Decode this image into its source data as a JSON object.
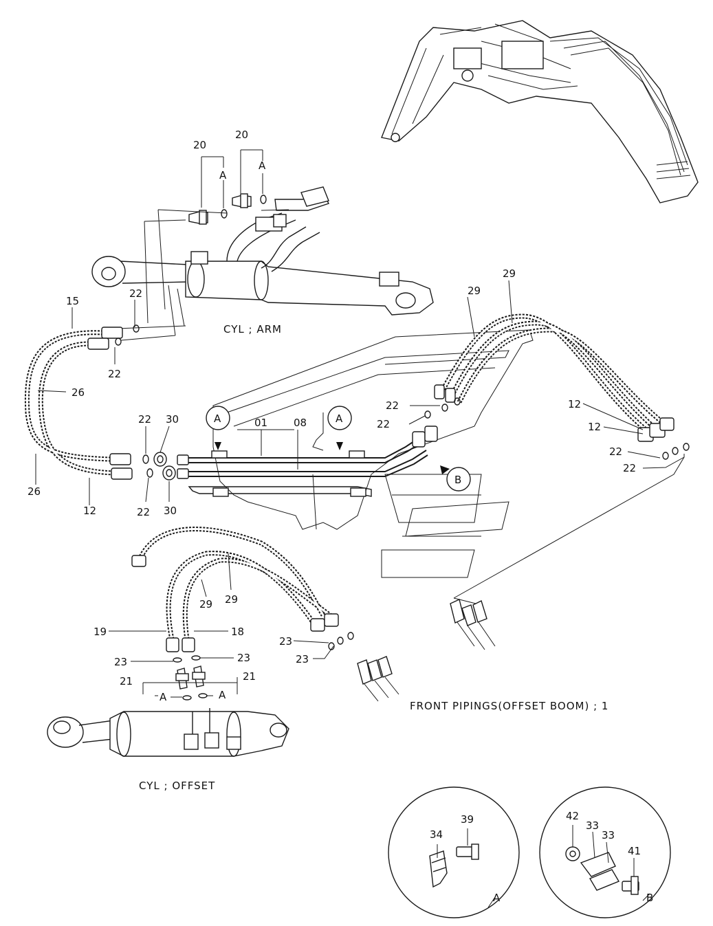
{
  "captions": {
    "cyl_arm": "CYL ; ARM",
    "cyl_offset": "CYL ; OFFSET",
    "main_title": "FRONT PIPINGS(OFFSET BOOM) ; 1",
    "detail_a": "A",
    "detail_b": "B"
  },
  "callouts": {
    "c20a": "20",
    "c20b": "20",
    "cA1": "A",
    "cA2": "A",
    "c15": "15",
    "c22_1": "22",
    "c22_2": "22",
    "c26_1": "26",
    "c26_2": "26",
    "c12_1": "12",
    "c22_3": "22",
    "c30_1": "30",
    "c22_4": "22",
    "c30_2": "30",
    "c01": "01",
    "c08": "08",
    "cA3": "A",
    "cA4": "A",
    "c29_1": "29",
    "c29_2": "29",
    "c22_5": "22",
    "c22_6": "22",
    "c12_2": "12",
    "c12_3": "12",
    "c22_7": "22",
    "c22_8": "22",
    "cB": "B",
    "c29_3": "29",
    "c29_4": "29",
    "c19": "19",
    "c18": "18",
    "c23_1": "23",
    "c23_2": "23",
    "c21_1": "21",
    "c21_2": "21",
    "cA5": "A",
    "cA6": "A",
    "c23_3": "23",
    "c23_4": "23",
    "c34": "34",
    "c39": "39",
    "c42": "42",
    "c33_1": "33",
    "c33_2": "33",
    "c41": "41"
  }
}
